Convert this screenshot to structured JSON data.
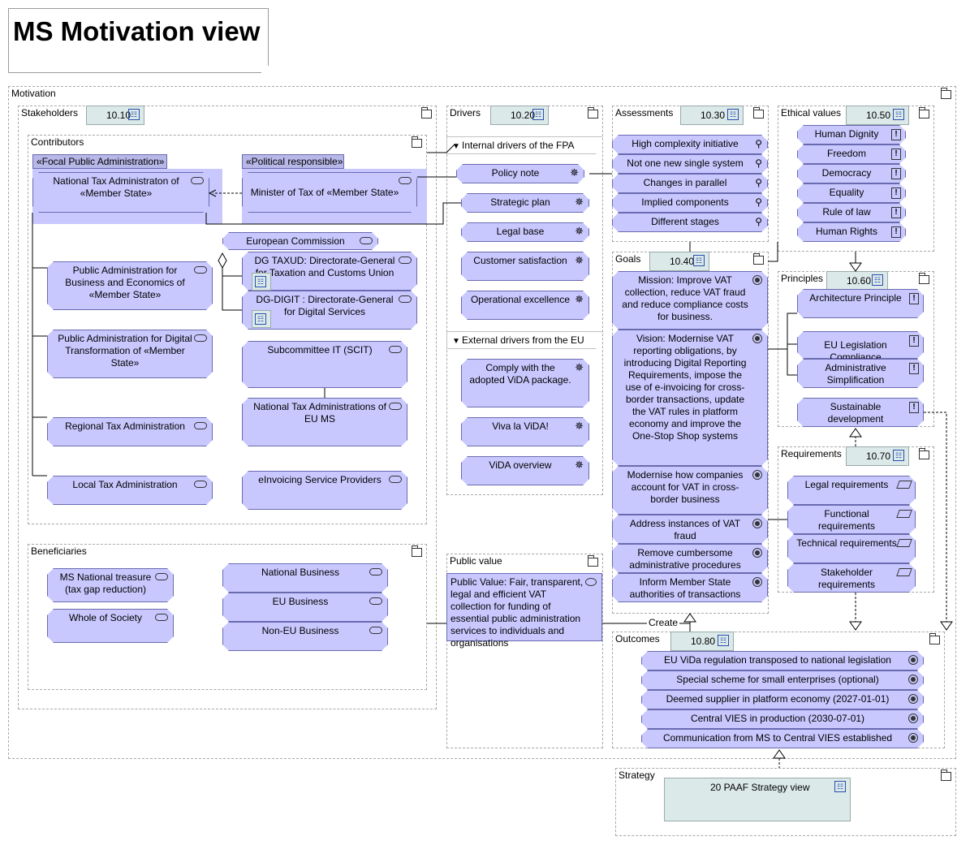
{
  "title": "MS Motivation view",
  "groups": {
    "motivation": "Motivation",
    "stakeholders": "Stakeholders",
    "contributors": "Contributors",
    "beneficiaries": "Beneficiaries",
    "drivers": "Drivers",
    "public_value": "Public value",
    "assessments": "Assessments",
    "goals": "Goals",
    "ethical_values": "Ethical values",
    "principles": "Principles",
    "requirements": "Requirements",
    "outcomes": "Outcomes",
    "strategy": "Strategy"
  },
  "refs": {
    "stakeholders": "10.10",
    "drivers": "10.20",
    "assessments": "10.30",
    "goals": "10.40",
    "ethical_values": "10.50",
    "principles": "10.60",
    "requirements": "10.70",
    "outcomes": "10.80",
    "strategy": "20 PAAF Strategy view"
  },
  "roles": {
    "focal": "«Focal Public Administration»",
    "political": "«Political responsible»"
  },
  "contributors": {
    "national_tax": "National Tax Administraton of «Member State»",
    "minister": "Minister of Tax of «Member State»",
    "european_commission": "European Commission",
    "dg_taxud": "DG TAXUD: Directorate-General for Taxation and Customs Union",
    "dg_digit": "DG-DIGIT : Directorate-General for Digital Services",
    "pa_business": "Public Administration for Business and Economics of «Member State»",
    "pa_digital": "Public Administration for Digital Transformation of «Member State»",
    "regional": "Regional Tax Administration",
    "local": "Local Tax Administration",
    "scit": "Subcommittee IT (SCIT)",
    "national_eu": "National Tax Administrations of EU MS",
    "einvoicing": "eInvoicing Service Providers"
  },
  "beneficiaries": {
    "treasure": "MS National treasure (tax gap reduction)",
    "society": "Whole of Society",
    "national_business": "National Business",
    "eu_business": "EU Business",
    "non_eu_business": "Non-EU Business"
  },
  "drivers": {
    "internal_header": "Internal drivers of the FPA",
    "external_header": "External drivers from the EU",
    "internal": [
      "Policy note",
      "Strategic plan",
      "Legal base",
      "Customer satisfaction",
      "Operational excellence"
    ],
    "external": [
      "Comply with the adopted ViDA package.",
      "Viva la ViDA!",
      "ViDA overview"
    ]
  },
  "public_value": "Public Value: Fair, transparent, legal and efficient VAT collection for funding of essential public administration services to individuals and organisations",
  "assessments": [
    "High complexity initiative",
    "Not one new single system",
    "Changes in parallel",
    "Implied components",
    "Different stages"
  ],
  "goals": [
    "Mission: Improve VAT collection, reduce VAT fraud and reduce compliance costs for business.",
    "Vision: Modernise VAT reporting obligations, by introducing Digital Reporting Requirements, impose the use of e-invoicing for cross-border transactions, update the VAT rules in platform economy and improve the One-Stop Shop systems",
    "Modernise how companies account for VAT in cross-border business",
    "Address instances of VAT fraud",
    "Remove cumbersome administrative procedures",
    "Inform Member State authorities of transactions"
  ],
  "ethical_values": [
    "Human Dignity",
    "Freedom",
    "Democracy",
    "Equality",
    "Rule of law",
    "Human Rights"
  ],
  "principles": [
    "Architecture Principle",
    "EU Legislation Compliance",
    "Administrative Simplification",
    "Sustainable development"
  ],
  "requirements": [
    "Legal requirements",
    "Functional requirements",
    "Technical requirements",
    "Stakeholder requirements"
  ],
  "outcomes": [
    "EU ViDa regulation transposed to national legislation",
    "Special scheme for small enterprises (optional)",
    "Deemed supplier in platform economy (2027-01-01)",
    "Central VIES in production (2030-07-01)",
    "Communication from MS to Central VIES established"
  ],
  "create_label": "Create",
  "colors": {
    "element": "#c8c8ff",
    "reference": "#dbe9e8",
    "border": "#a8a8a8"
  }
}
